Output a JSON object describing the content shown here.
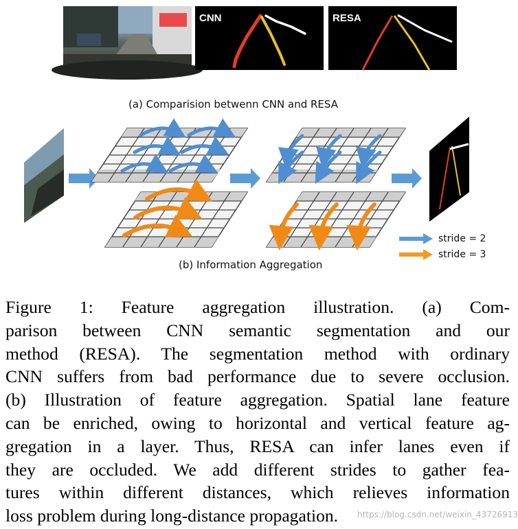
{
  "panel_a": {
    "label_cnn": "CNN",
    "label_resa": "RESA",
    "caption": "(a) Comparision betwenn CNN and RESA"
  },
  "panel_b": {
    "caption": "(b) Information Aggregation",
    "legend": [
      {
        "label": "stride = 2",
        "color": "#5b9bd5"
      },
      {
        "label": "stride = 3",
        "color": "#f39c1f"
      }
    ]
  },
  "figure_caption": {
    "lines": [
      "Figure 1: Feature aggregation illustration. (a) Com-",
      "parison between CNN semantic segmentation and our",
      "method (RESA). The segmentation method with ordinary",
      "CNN suffers from bad performance due to severe occlusion.",
      "(b) Illustration of feature aggregation. Spatial lane feature",
      "can be enriched, owing to horizontal and vertical feature ag-",
      "gregation in a layer. Thus, RESA can infer lanes even if",
      "they are occluded. We add different strides to gather fea-",
      "tures within different distances, which relieves information",
      "loss problem during long-distance propagation."
    ]
  },
  "watermark": "https://blog.csdn.net/weixin_43726913",
  "colors": {
    "blue_arrow": "#5b9bd5",
    "orange_arrow": "#f39c1f",
    "lane_red": "#e53c25",
    "lane_yellow": "#e6c229",
    "lane_white": "#ffffff"
  }
}
